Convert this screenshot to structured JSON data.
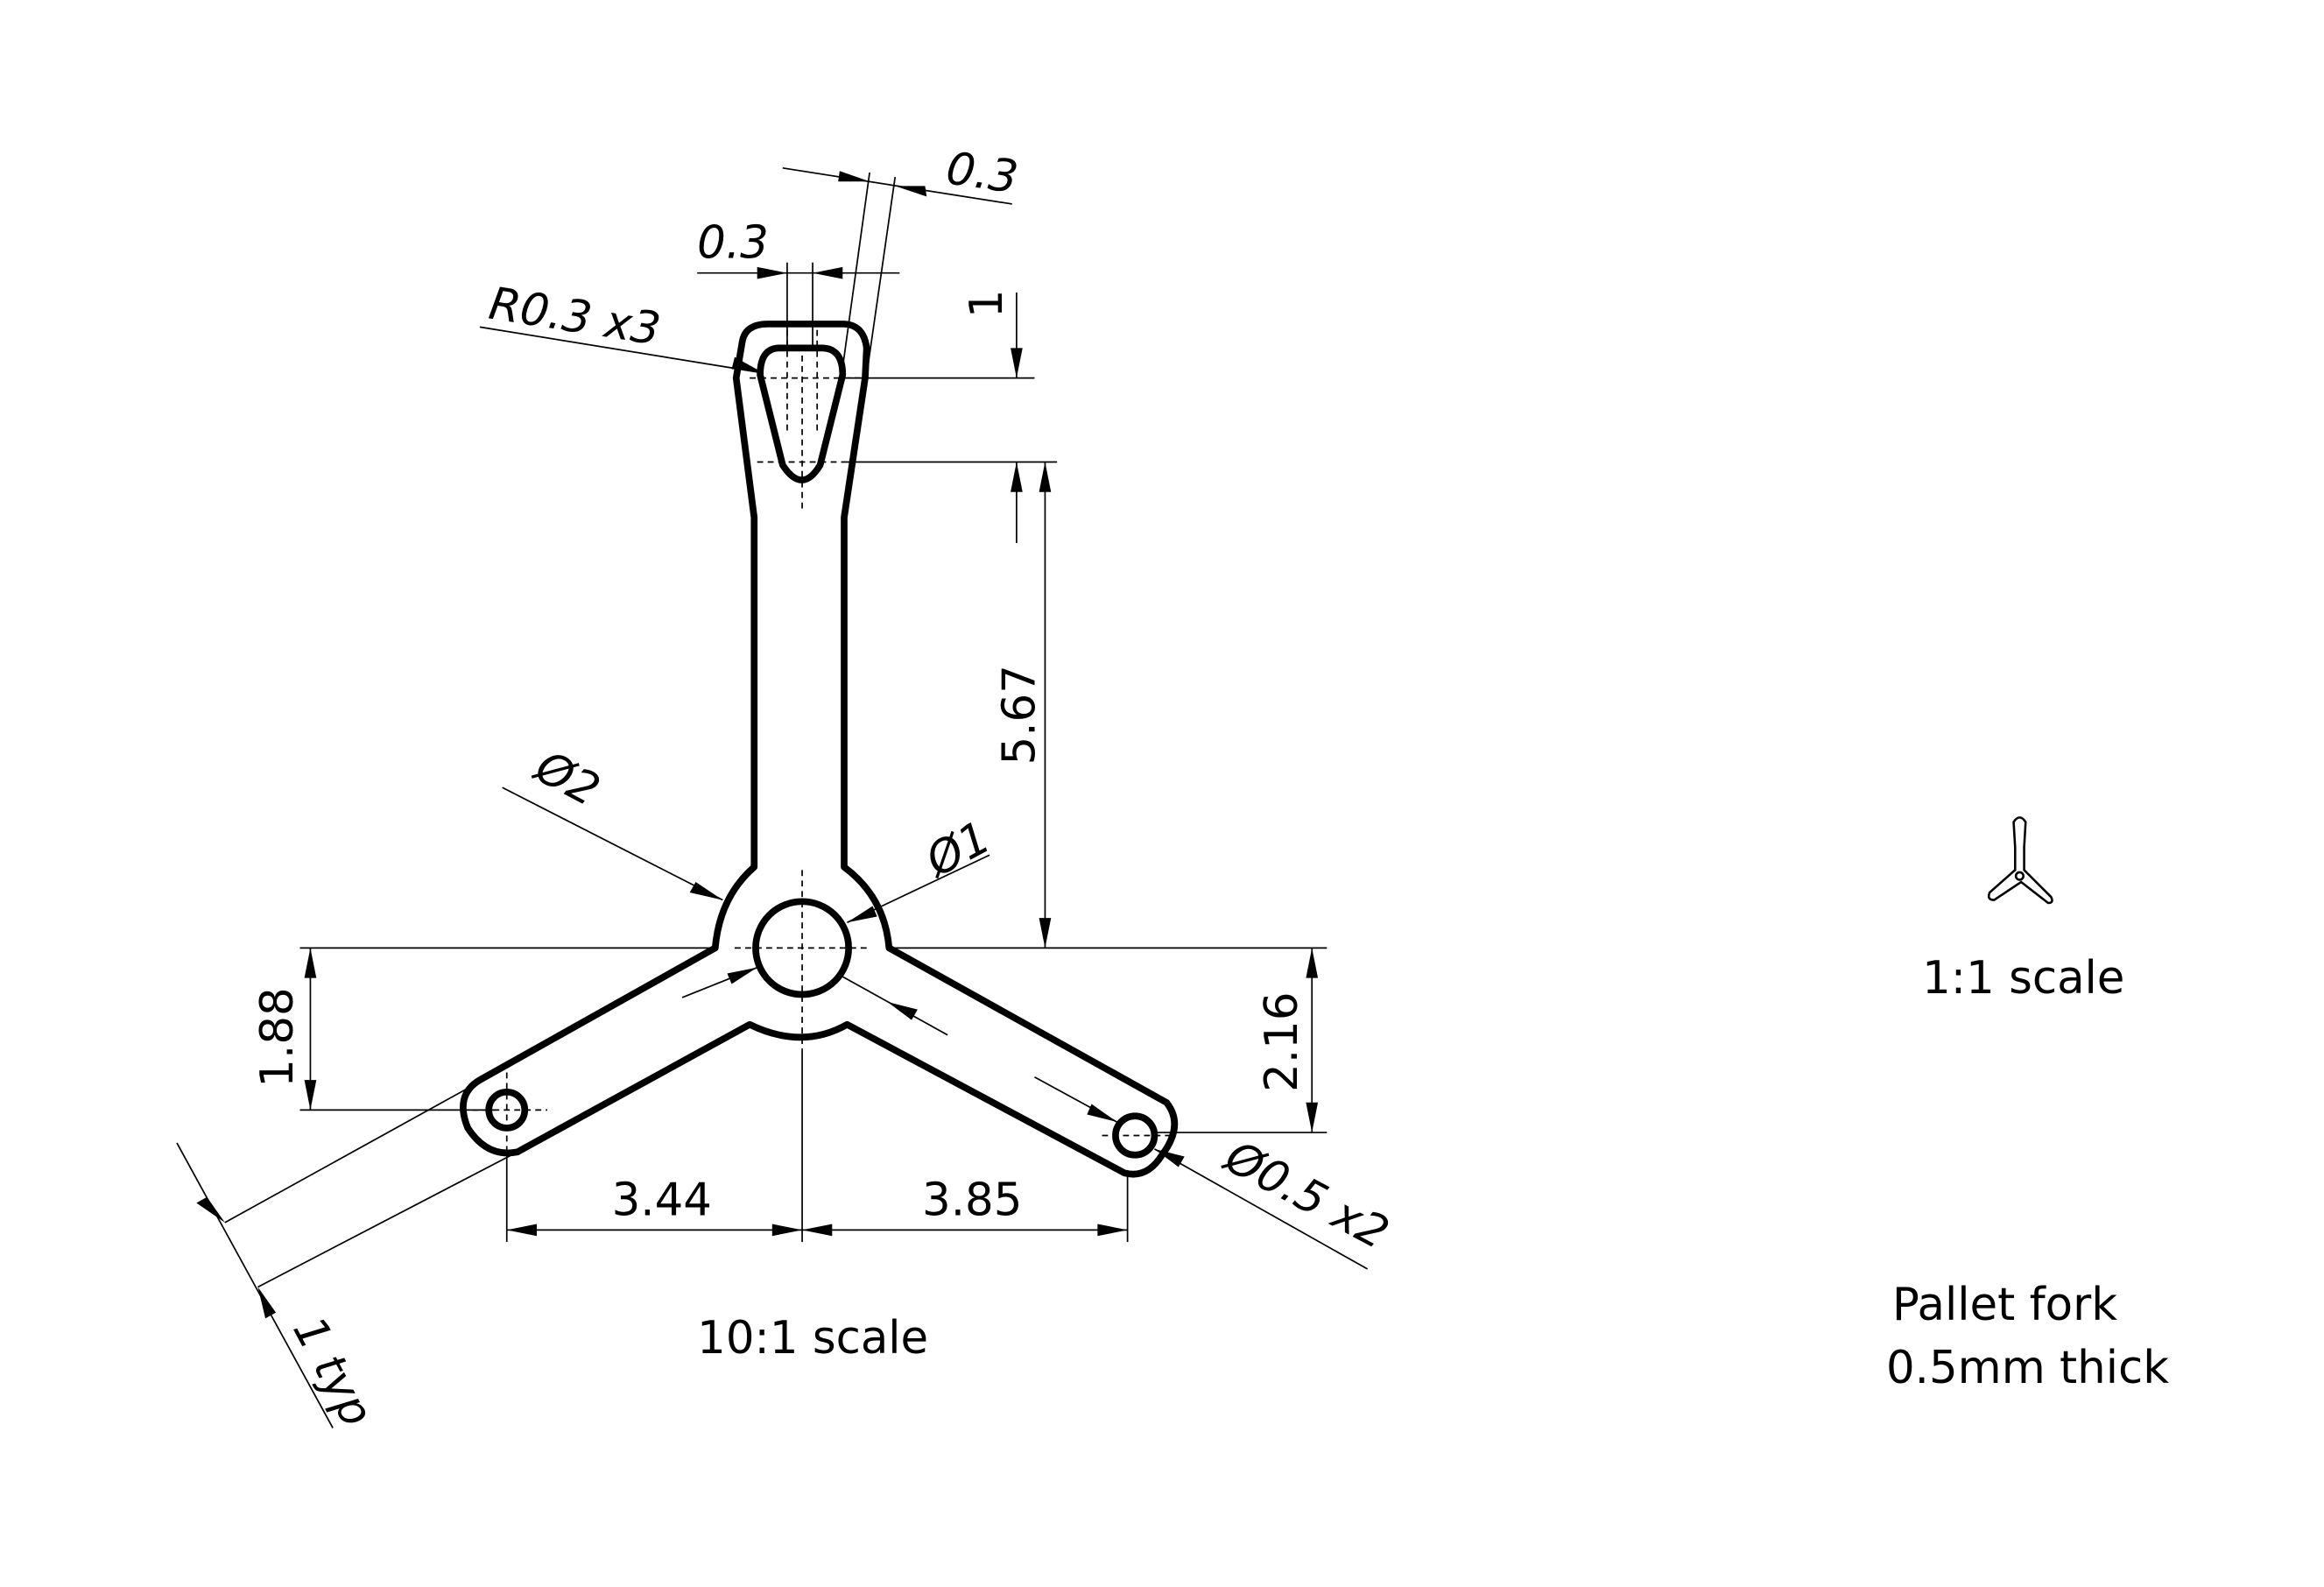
{
  "drawing": {
    "title": "Pallet fork",
    "subtitle": "0.5mm thick",
    "main_view_scale": "10:1 scale",
    "thumbnail_scale": "1:1 scale"
  },
  "dimensions": {
    "slot_top_width": "0.3",
    "slot_angle_offset": "0.3",
    "fillet_radius": "R0.3 x3",
    "slot_length": "1",
    "stem_length": "5.67",
    "outer_diameter": "Ø2",
    "hub_hole_diameter": "Ø1",
    "left_arm_drop": "1.88",
    "right_arm_drop": "2.16",
    "left_arm_reach": "3.44",
    "right_arm_reach": "3.85",
    "arm_hole_diameter": "Ø0.5 x2",
    "arm_width": "1 typ"
  }
}
